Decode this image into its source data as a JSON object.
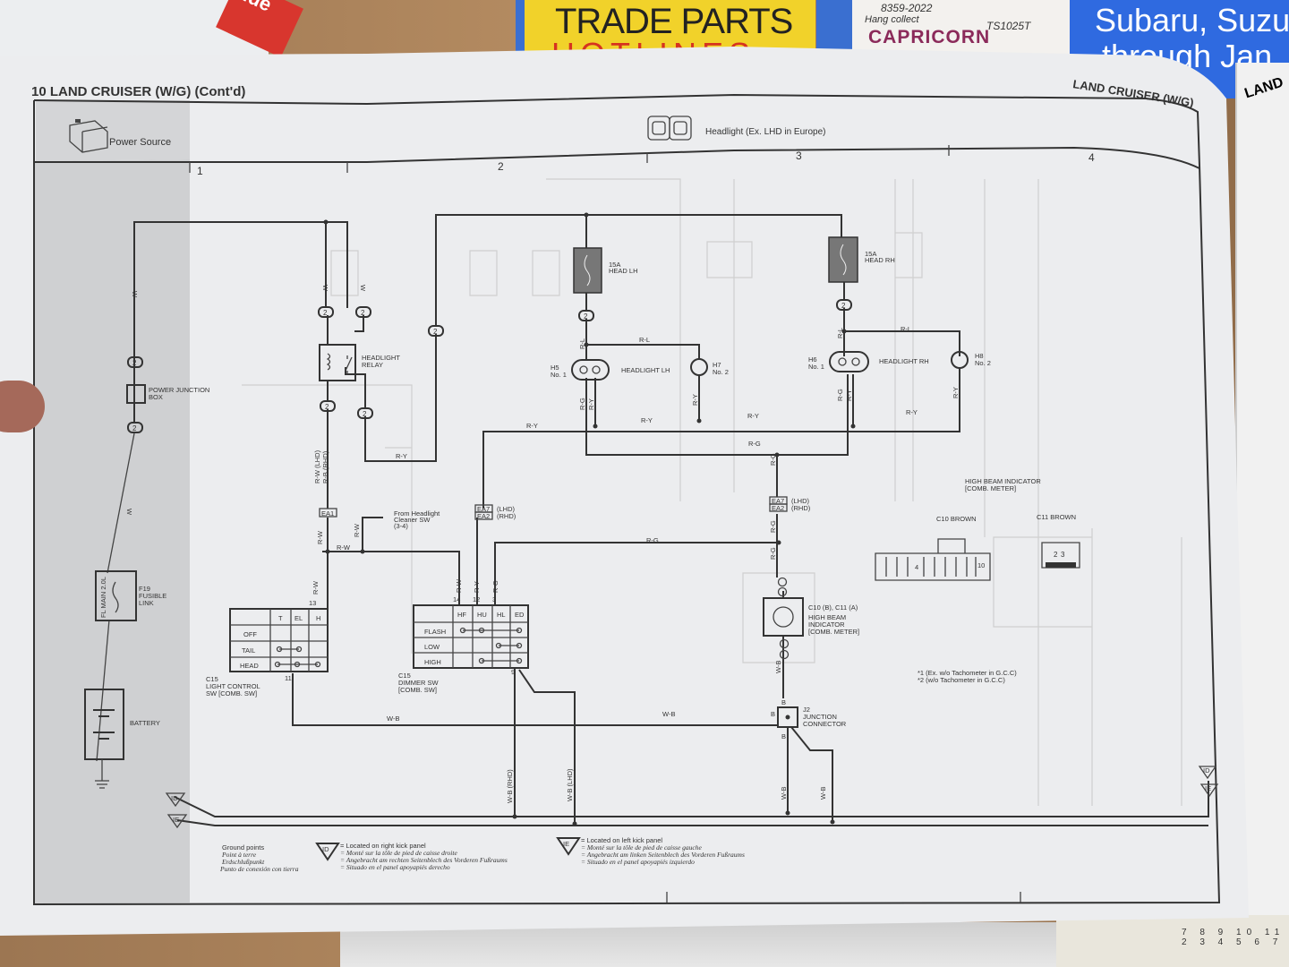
{
  "background": {
    "red_book_text": "olde",
    "yellow_book_title": "TRADE PARTS",
    "yellow_book_sub": "HOTLINES",
    "white_book_brand": "CAPRICORN",
    "white_book_note_1": "8359-2022",
    "white_book_note_2": "Hang collect",
    "white_book_note_3": "TS1025T",
    "blue_book_line_1": "Subaru, Suzu",
    "blue_book_line_2": "through Jan",
    "right_book_title": "LAND",
    "ruler_numbers": "7 8 9 10 11 2 3 4 5 6 7"
  },
  "header": {
    "page_title": "10 LAND CRUISER (W/G) (Cont'd)",
    "right_title": "LAND CRUISER (W/G)",
    "section_power": "Power Source",
    "section_headlight": "Headlight (Ex. LHD in Europe)",
    "columns": [
      "1",
      "2",
      "3",
      "4"
    ]
  },
  "components": {
    "power_junction": "POWER JUNCTION",
    "power_junction_2": "BOX",
    "fusible_link_id": "F19",
    "fusible_link": "FUSIBLE",
    "fusible_link_2": "LINK",
    "fl_main": "FL MAIN 2.0L",
    "battery": "BATTERY",
    "relay": "HEADLIGHT",
    "relay_2": "RELAY",
    "fuse_lh_amp": "15A",
    "fuse_lh": "HEAD LH",
    "fuse_rh_amp": "15A",
    "fuse_rh": "HEAD RH",
    "h5_id": "H5",
    "h5_no": "No. 1",
    "headlight_lh": "HEADLIGHT  LH",
    "h7_id": "H7",
    "h7_no": "No. 2",
    "h6_id": "H6",
    "h6_no": "No. 1",
    "headlight_rh": "HEADLIGHT  RH",
    "h8_id": "H8",
    "h8_no": "No. 2",
    "from_cleaner": "From Headlight",
    "from_cleaner_2": "Cleaner SW",
    "from_cleaner_3": "(3-4)",
    "ea1": "EA1",
    "ea7": "EA7",
    "ea2": "EA2",
    "lhd": "(LHD)",
    "rhd": "(RHD)",
    "light_sw_id": "C15",
    "light_sw": "LIGHT CONTROL",
    "light_sw_2": "SW [COMB. SW]",
    "dimmer_id": "C15",
    "dimmer": "DIMMER SW",
    "dimmer_2": "[COMB. SW]",
    "hb_conn": "C10 (B), C11 (A)",
    "hb": "HIGH BEAM",
    "hb_2": "INDICATOR",
    "hb_3": "[COMB. METER]",
    "j2_id": "J2",
    "j2": "JUNCTION",
    "j2_2": "CONNECTOR",
    "hbi_title": "HIGH BEAM INDICATOR",
    "hbi_title_2": "[COMB. METER]",
    "c10": "C10 BROWN",
    "c11": "C11 BROWN",
    "note_1": "*1 (Ex. w/o Tachometer in G.C.C)",
    "note_2": "*2 (w/o Tachometer in G.C.C)"
  },
  "light_switch_table": {
    "cols": [
      "T",
      "EL",
      "H"
    ],
    "rows": [
      "OFF",
      "TAIL",
      "HEAD"
    ],
    "pin_in": "13",
    "pin_out": "11"
  },
  "dimmer_table": {
    "cols": [
      "HF",
      "HU",
      "HL",
      "ED"
    ],
    "rows": [
      "FLASH",
      "LOW",
      "HIGH"
    ],
    "pins": [
      "14",
      "12",
      "3"
    ],
    "pin_out": "9"
  },
  "wires": {
    "w": "W",
    "ry": "R-Y",
    "rl": "R-L",
    "rg": "R-G",
    "rw": "R-W",
    "wb": "W-B",
    "rw_lhd": "R-W (LHD)",
    "rb_rhd": "R-B (RHD)",
    "wb_rhd": "W-B (RHD)",
    "wb_lhd": "W-B (LHD)",
    "b": "B",
    "conn_2": "2"
  },
  "legend": {
    "ground_en": "Ground points",
    "ground_fr": "Point à terre",
    "ground_de": "Erdschlußpunkt",
    "ground_es": "Punto de conexión con tierra",
    "id": "ID",
    "id_en": "= Located on right kick panel",
    "id_fr": "= Monté sur la tôle de pied de caisse droite",
    "id_de": "= Angebracht am rechten Seitenblech des Vorderen Fußraums",
    "id_es": "= Situado en el panel apoyapiés derecho",
    "ie": "IE",
    "ie_en": "= Located on left kick panel",
    "ie_fr": "= Monté sur la tôle de pied de caisse gauche",
    "ie_de": "= Angebracht am linken Seitenblech des Vorderen Fußraums",
    "ie_es": "= Situado en el panel apoyapiés izquierdo"
  }
}
